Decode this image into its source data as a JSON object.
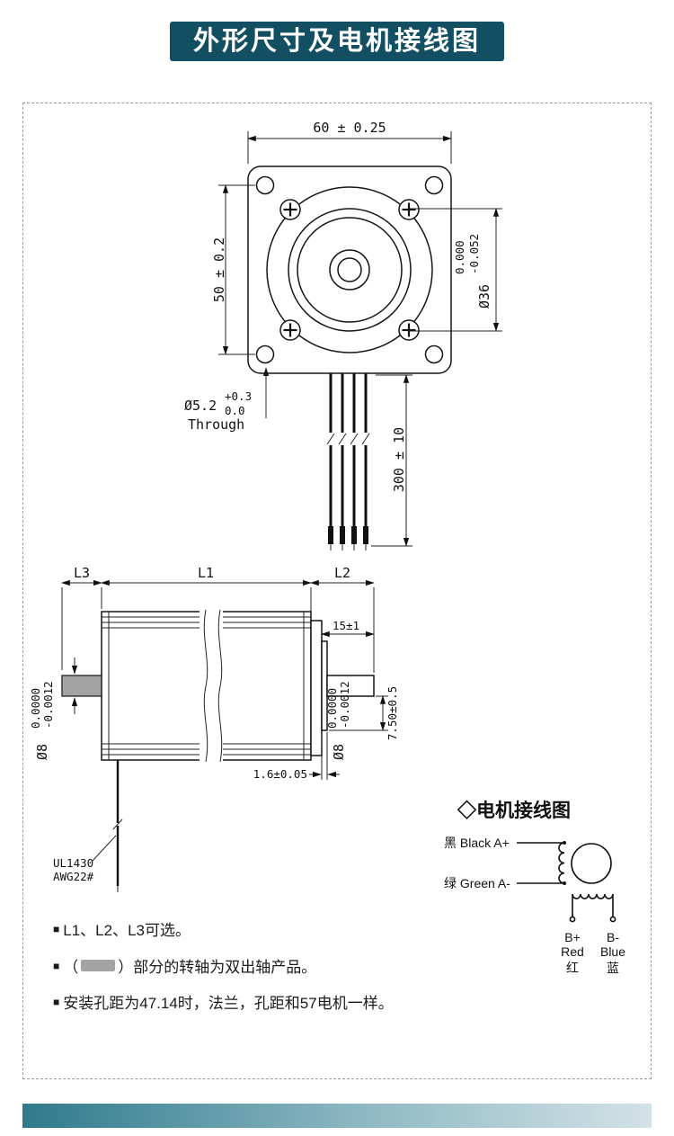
{
  "colors": {
    "header_bg": "#124f63",
    "footer_gradient_start": "#2f7a8b",
    "footer_gradient_mid": "#8fb9c4",
    "footer_gradient_end": "#d3e2e6",
    "gray_part": "#a3a3a3"
  },
  "header": {
    "title": "外形尺寸及电机接线图"
  },
  "front_view": {
    "dim_width": "60 ± 0.25",
    "dim_hole_spacing": "50 ± 0.2",
    "pilot_dia": "Ø36",
    "pilot_tol_upper": "0.000",
    "pilot_tol_lower": "-0.052",
    "hole_dia": "Ø5.2",
    "hole_tol_upper": "+0.3",
    "hole_tol_lower": "0.0",
    "hole_note": "Through",
    "lead_length": "300 ± 10"
  },
  "side_view": {
    "l3": "L3",
    "l1": "L1",
    "l2": "L2",
    "front_shaft_len": "15±1",
    "boss_thickness": "1.6±0.05",
    "shaft_step": "7.50±0.5",
    "shaft_dia": "Ø8",
    "shaft_tol_upper": "0.0000",
    "shaft_tol_lower": "-0.0012",
    "wire_spec_line1": "UL1430",
    "wire_spec_line2": "AWG22#"
  },
  "wiring": {
    "title": "◇电机接线图",
    "phase_a_plus": "黑 Black A+",
    "phase_a_minus": "绿 Green A-",
    "b_plus": "B+",
    "b_plus_color_en": "Red",
    "b_plus_color_cn": "红",
    "b_minus": "B-",
    "b_minus_color_en": "Blue",
    "b_minus_color_cn": "蓝"
  },
  "notes": {
    "bullet": "■",
    "note1": "L1、L2、L3可选。",
    "note2_prefix": "（",
    "note2_suffix": "）部分的转轴为双出轴产品。",
    "note3": "安装孔距为47.14时，法兰，孔距和57电机一样。"
  }
}
